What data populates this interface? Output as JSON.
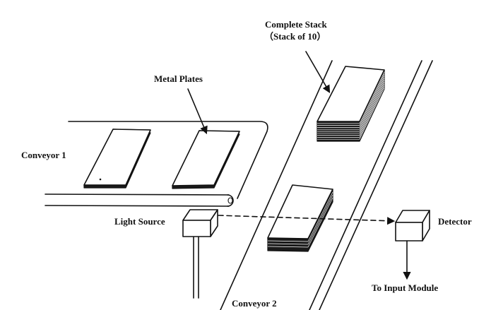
{
  "labels": {
    "complete_stack_line1": "Complete Stack",
    "complete_stack_line2": "（Stack of 10）",
    "metal_plates": "Metal Plates",
    "conveyor_1": "Conveyor 1",
    "light_source": "Light Source",
    "detector": "Detector",
    "to_input_module": "To Input Module",
    "conveyor_2": "Conveyor 2"
  },
  "complete_stack": {
    "plate_count": 10
  }
}
